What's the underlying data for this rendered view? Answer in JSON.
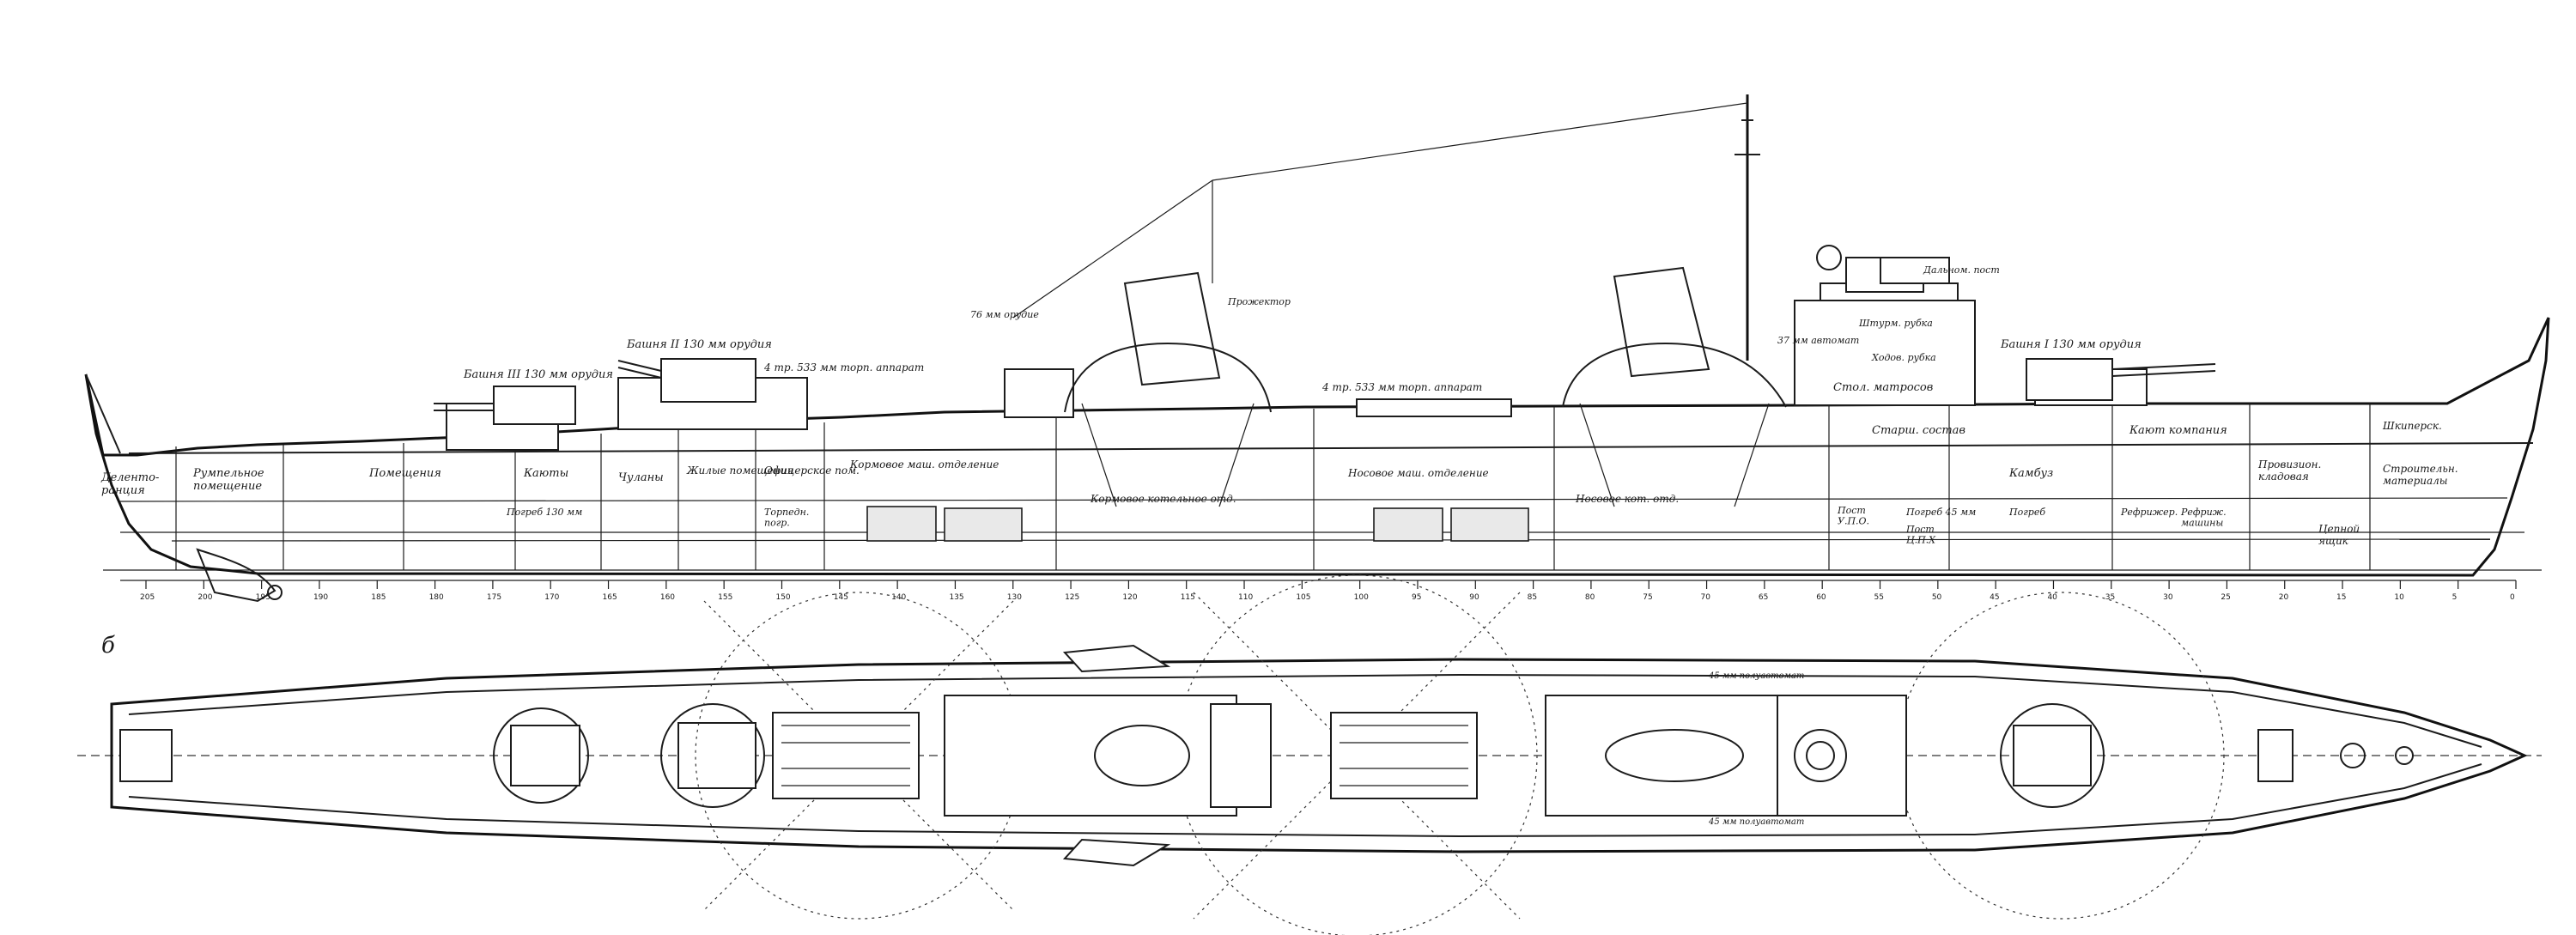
{
  "figure": {
    "view_label": "б",
    "side_view_labels": [
      "Деленто-\nранция",
      "Румпельное\nпомещение",
      "Помещения",
      "Каюты",
      "Чуланы",
      "Жилые помещения",
      "Офицерское пом.",
      "Кормовое маш. отделение",
      "Кормовое котельное отд.",
      "Носовое маш. отделение",
      "Носовое кот. отд.",
      "Стол. матросов",
      "Старш. состав",
      "Кают компания",
      "Камбуз",
      "Провизион.\nкладовая",
      "Шкиперск.",
      "Строительн.\nматериалы",
      "Погреб 130 мм",
      "Погреб 45 мм",
      "Погреб",
      "Цепной\nящик",
      "Пост\nУ.П.О.",
      "Пост\nЦ.П.Х",
      "Рефриж.\nмашины",
      "Рефрижер.",
      "Торпедн.\nпогр."
    ],
    "callouts": [
      "Башня II 130 мм орудия",
      "Башня III 130 мм орудия",
      "Башня I 130 мм орудия",
      "4 тр. 533 мм торп. аппарат",
      "4 тр. 533 мм торп. аппарат",
      "Прожектор",
      "76 мм орудие",
      "Ходов. рубка",
      "Штурм. рубка",
      "Дальном. пост",
      "37 мм автомат",
      "45 мм полуавтомат",
      "45 мм полуавтомат"
    ],
    "frame_ticks": [
      "205",
      "200",
      "195",
      "190",
      "185",
      "180",
      "175",
      "170",
      "165",
      "160",
      "155",
      "150",
      "145",
      "140",
      "135",
      "130",
      "125",
      "120",
      "115",
      "110",
      "105",
      "100",
      "95",
      "90",
      "85",
      "80",
      "75",
      "70",
      "65",
      "60",
      "55",
      "50",
      "45",
      "40",
      "35",
      "30",
      "25",
      "20",
      "15",
      "10",
      "5",
      "0"
    ]
  }
}
